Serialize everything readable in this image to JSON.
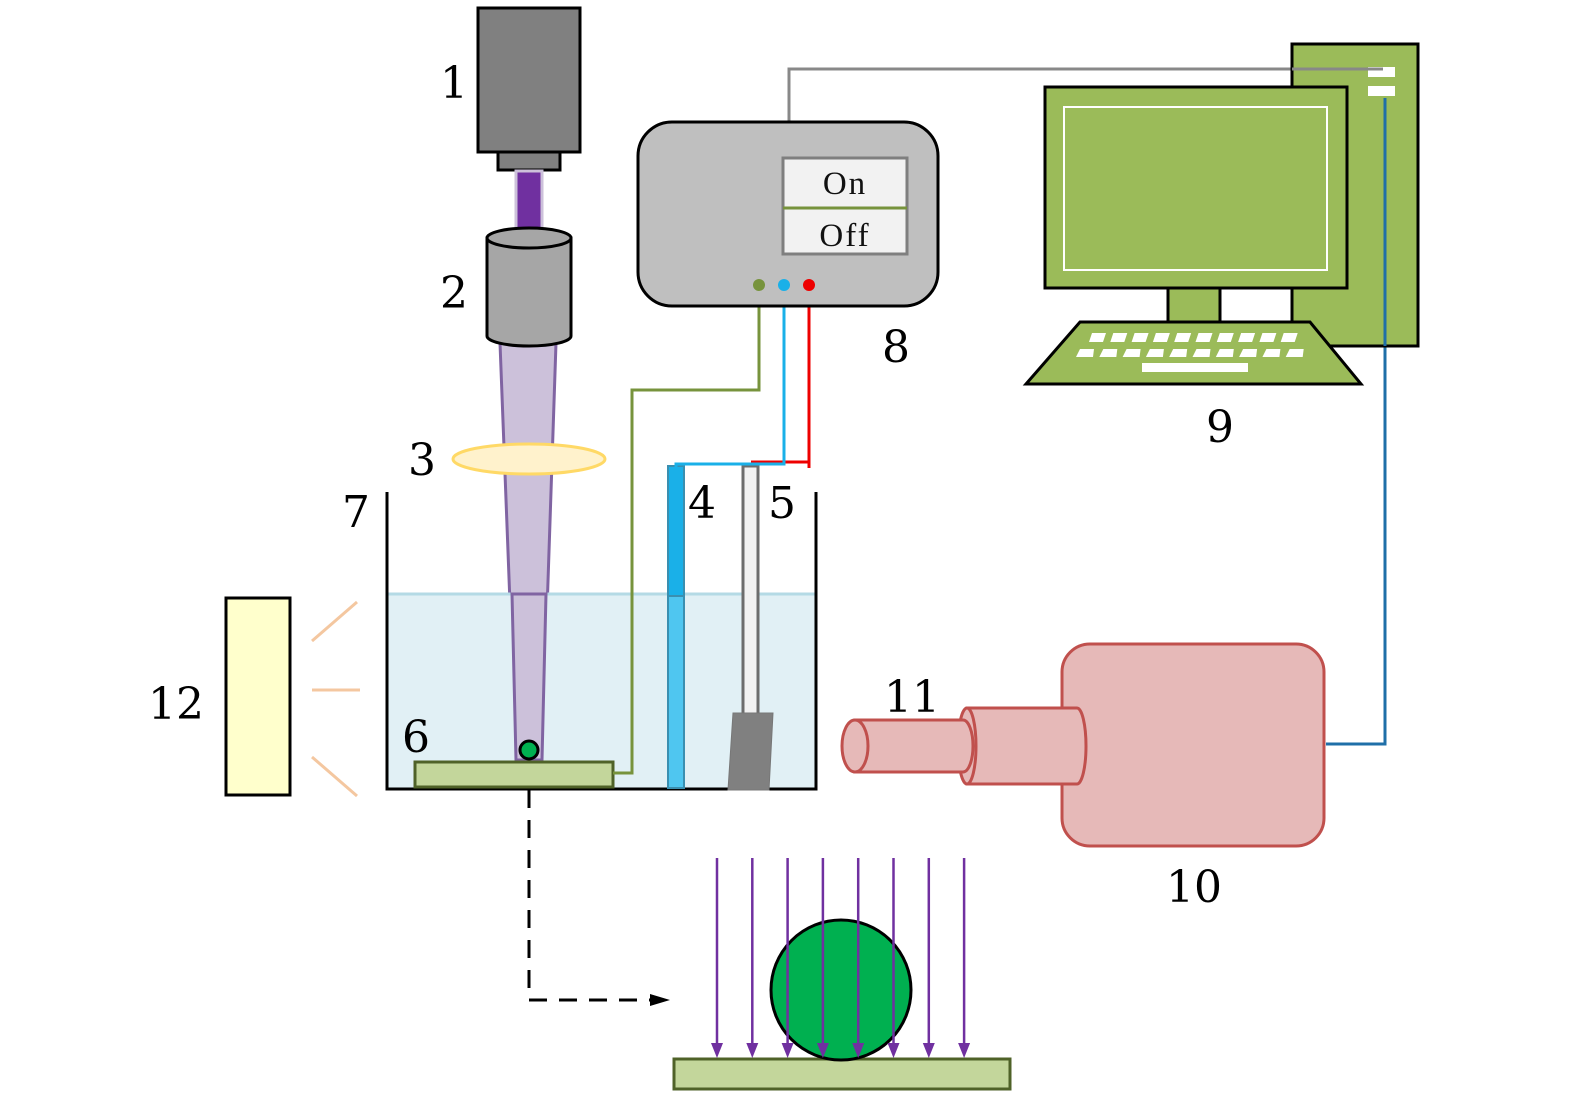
{
  "title": "Experimental setup schematic",
  "labels": {
    "l1": "1",
    "l2": "2",
    "l3": "3",
    "l4": "4",
    "l5": "5",
    "l6": "6",
    "l7": "7",
    "l8": "8",
    "l9": "9",
    "l10": "10",
    "l11": "11",
    "l12": "12"
  },
  "components": [
    {
      "id": "1",
      "name": "light-source"
    },
    {
      "id": "2",
      "name": "objective-lens"
    },
    {
      "id": "3",
      "name": "focusing-lens"
    },
    {
      "id": "4",
      "name": "electrode-blue"
    },
    {
      "id": "5",
      "name": "electrode-gray"
    },
    {
      "id": "6",
      "name": "substrate-with-particle"
    },
    {
      "id": "7",
      "name": "electrolyte-tank"
    },
    {
      "id": "8",
      "name": "power-switch-controller"
    },
    {
      "id": "9",
      "name": "computer"
    },
    {
      "id": "10",
      "name": "camera-body"
    },
    {
      "id": "11",
      "name": "camera-lens"
    },
    {
      "id": "12",
      "name": "lamp"
    }
  ],
  "switch": {
    "on": "On",
    "off": "Off"
  },
  "colors": {
    "camera_gray": "#808080",
    "beam_purple": "#7030a0",
    "beam_light": "#ccc1da",
    "lens_fill": "#fff2cc",
    "lens_stroke": "#ffd966",
    "water": "#e1f0f5",
    "water_line": "#b4dae5",
    "substrate": "#c3d69b",
    "substrate_stroke": "#4f6228",
    "particle": "#00b050",
    "controller": "#bfbfbf",
    "wire_green": "#77933c",
    "wire_blue": "#1ab0e8",
    "wire_red": "#ee0000",
    "computer": "#9bbb59",
    "camera": "#e6b9b8",
    "camera_stroke": "#c0504d",
    "data_wire": "#1f77b4",
    "lamp": "#ffffcc",
    "lamp_rays": "#f4c7a0"
  },
  "inset": {
    "arrow_count": 8
  }
}
